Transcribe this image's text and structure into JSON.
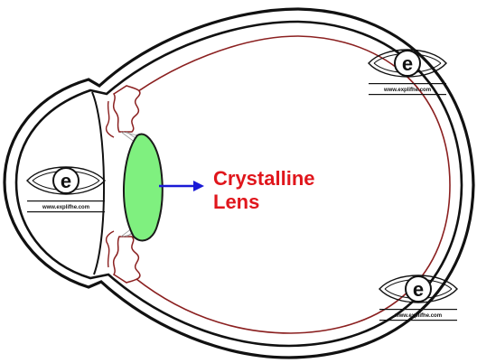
{
  "diagram": {
    "label": {
      "line1": "Crystalline",
      "line2": "Lens"
    },
    "watermark": {
      "letter": "e",
      "url": "www.explifhe.com"
    }
  },
  "colors": {
    "label": "#e0161c",
    "arrow": "#1a1ad6",
    "lens_fill": "#7ff07f",
    "lens_stroke": "#1a1a1a",
    "retina": "#8b2020",
    "outline": "#111111"
  }
}
